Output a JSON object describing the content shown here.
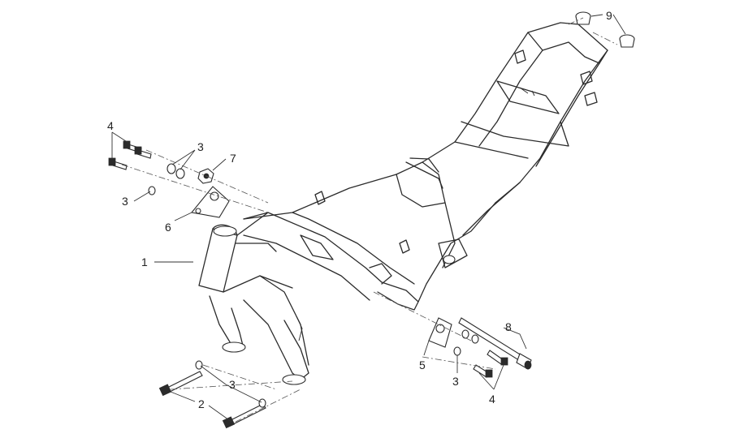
{
  "callouts": [
    {
      "id": "c1",
      "label": "1"
    },
    {
      "id": "c2",
      "label": "2"
    },
    {
      "id": "c3a",
      "label": "3"
    },
    {
      "id": "c3b",
      "label": "3"
    },
    {
      "id": "c3c",
      "label": "3"
    },
    {
      "id": "c3d",
      "label": "3"
    },
    {
      "id": "c4a",
      "label": "4"
    },
    {
      "id": "c4b",
      "label": "4"
    },
    {
      "id": "c5",
      "label": "5"
    },
    {
      "id": "c6",
      "label": "6"
    },
    {
      "id": "c7",
      "label": "7"
    },
    {
      "id": "c8",
      "label": "8"
    },
    {
      "id": "c9",
      "label": "9"
    }
  ]
}
